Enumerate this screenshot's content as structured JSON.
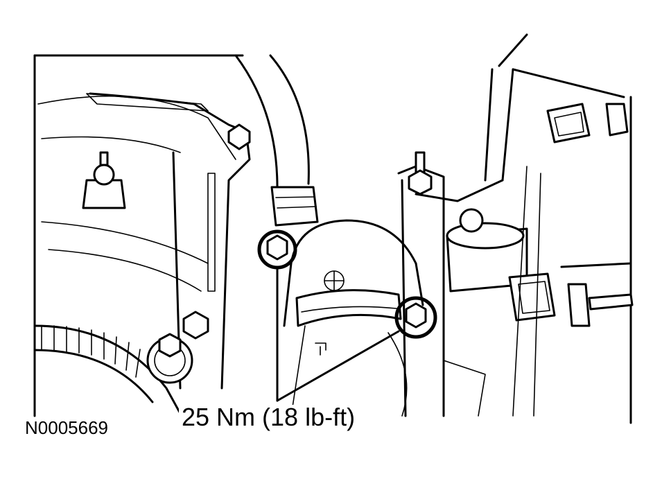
{
  "figure": {
    "id": "N0005669",
    "torque_spec": "25 Nm (18 lb-ft)"
  },
  "callouts": [
    {
      "name": "bolt-left",
      "label": "25 Nm (18 lb-ft)"
    },
    {
      "name": "bolt-right",
      "label": "25 Nm (18 lb-ft)"
    }
  ]
}
